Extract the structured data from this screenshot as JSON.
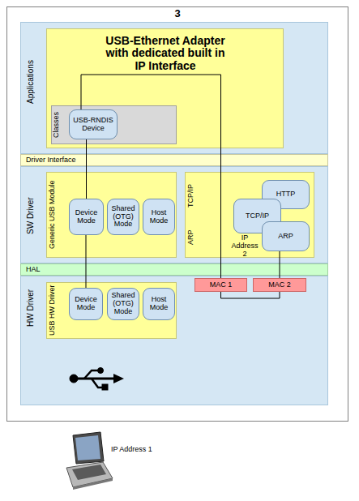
{
  "diagram": {
    "nodes": [
      {
        "text": [
          "3"
        ]
      },
      {
        "text": [
          "Applications"
        ],
        "in": 0
      },
      {
        "text": [
          "USB-Ethernet Adapter with dedicated built in IP Interface"
        ],
        "in": 1
      },
      {
        "text": [
          "Classes"
        ],
        "in": 2
      },
      {
        "text": [
          "USB-RNDIS Device"
        ],
        "in": 3
      },
      {
        "text": [
          "Driver Interface"
        ],
        "in": 0
      },
      {
        "text": [
          "SW Driver"
        ],
        "in": 0
      },
      {
        "text": [
          "Generic USB Module"
        ],
        "in": 6
      },
      {
        "text": [
          "Device Mode"
        ],
        "in": 7
      },
      {
        "text": [
          "Shared (OTG) Mode"
        ],
        "in": 7
      },
      {
        "text": [
          "Host Mode"
        ],
        "in": 7
      },
      {
        "text": [
          "TCP/IP",
          "ARP",
          "IP Address 2"
        ],
        "in": 6
      },
      {
        "text": [
          "HTTP"
        ],
        "in": 11
      },
      {
        "text": [
          "TCP/IP"
        ],
        "in": 11
      },
      {
        "text": [
          "ARP"
        ],
        "in": 11
      },
      {
        "text": [
          "HAL"
        ],
        "in": 0
      },
      {
        "text": [
          "HW Driver"
        ],
        "in": 0
      },
      {
        "text": [
          "MAC 1"
        ],
        "in": 16
      },
      {
        "text": [
          "MAC 2"
        ],
        "in": 16
      },
      {
        "text": [
          "USB HW Driver"
        ],
        "in": 16
      },
      {
        "text": [
          "Device Mode"
        ],
        "in": 19
      },
      {
        "text": [
          "Shared (OTG) Mode"
        ],
        "in": 19
      },
      {
        "text": [
          "Host Mode"
        ],
        "in": 19
      }
    ],
    "edges": [
      {
        "from": 4,
        "to": 8,
        "arrow": "none"
      },
      {
        "from": 8,
        "to": 20,
        "arrow": "none"
      },
      {
        "from": 4,
        "to": 17,
        "arrow": "none"
      },
      {
        "from": 14,
        "to": 18,
        "arrow": "none"
      },
      {
        "from": 17,
        "to": 18,
        "arrow": "none"
      }
    ],
    "labels": [
      "IP Address 1"
    ]
  }
}
